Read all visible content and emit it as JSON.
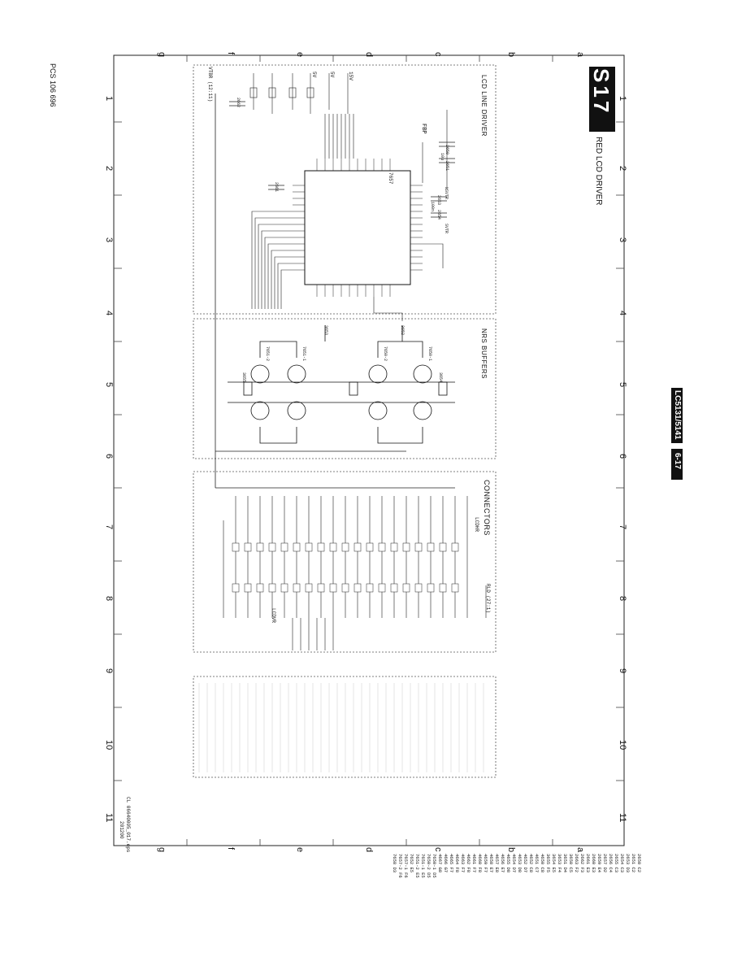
{
  "document": {
    "side_code": "PCS 106 696",
    "sheet_tag": "S17",
    "sheet_tag_chars": [
      "S",
      "1",
      "7"
    ],
    "sheet_title": "RED LCD DRIVER",
    "model": "LC5131/5141",
    "page": "6-17",
    "footer_code": "CL 06640005_017.eps",
    "footer_date": "201200"
  },
  "grid": {
    "columns": [
      "1",
      "2",
      "3",
      "4",
      "5",
      "6",
      "7",
      "8",
      "9",
      "10",
      "11"
    ],
    "rows": [
      "a",
      "b",
      "c",
      "d",
      "e",
      "f",
      "g"
    ]
  },
  "sections": {
    "lcd_line_driver": "LCD LINE DRIVER",
    "nrs_buffers": "NRS BUFFERS",
    "connectors": "CONNECTORS"
  },
  "signals": {
    "power_15v": "15V",
    "power_5v": "5V",
    "power_5v_b": "5V",
    "fbp": "FBP",
    "vtbr": "VTBR (12:11)",
    "rld": "RLD (27:1)",
    "lcdhr": "LCDHR",
    "lcdvr": "LCDVR",
    "nsvtr": "NSVTR",
    "svtr": "SVTR"
  },
  "components": {
    "c2650": "2650",
    "c2651": "2651",
    "c2653": "2653",
    "c2654": "2654",
    "c2655": "2655",
    "c2661": "2661",
    "c2662": "2662",
    "v10u": "10u",
    "v100n": "100n",
    "r3652": "3652",
    "r3653": "3653",
    "r3654": "3654",
    "r3655": "3655",
    "q7650_1": "7650-1",
    "q7650_2": "7650-2",
    "q7651_1": "7651-1",
    "q7651_2": "7651-2",
    "ic7657": "7657"
  },
  "parts_reference": [
    "2650 C2",
    "2651 C2",
    "2653 D3",
    "2654 C3",
    "2655 C3",
    "2656 C4",
    "2657 D2",
    "2659 E4",
    "2660 E3",
    "2661 E3",
    "2662 F3",
    "2663 F2",
    "3650 C5",
    "3651 D4",
    "3653 F4",
    "3654 E5",
    "3655 F5",
    "4650 C8",
    "4651 C7",
    "4652 C8",
    "4652 D7",
    "4653 D8",
    "4654 D7",
    "4655 D8",
    "4656 E7",
    "4657 E8",
    "4658 E7",
    "4659 F7",
    "4660 F8",
    "4661 F7",
    "4662 F8",
    "4663 F7",
    "4664 F8",
    "4665 F7",
    "4666 G7",
    "4667 G8",
    "7650-1 D5",
    "7650-2 D5",
    "7651-1 E5",
    "7651-2 E5",
    "7652 E5",
    "7657-1 F6",
    "7657-2 F6",
    "7658 D3"
  ]
}
